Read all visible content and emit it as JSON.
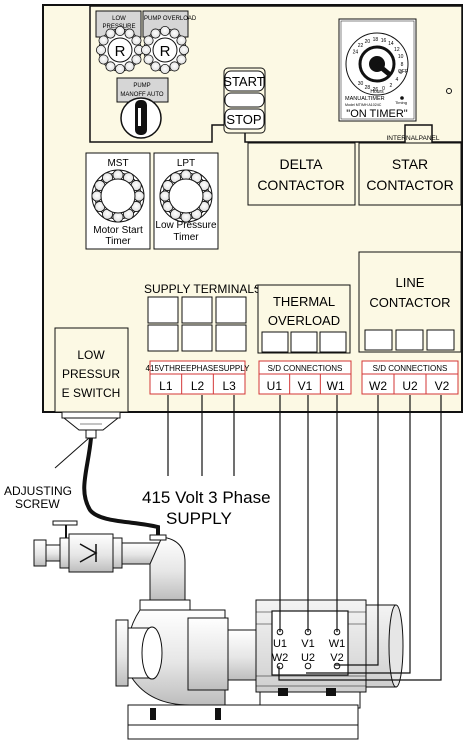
{
  "panel": {
    "internal_panel": "INTERNALPANEL",
    "low_pressure_reset": {
      "line1": "LOW",
      "line2": "PRESSURE",
      "knob": "R"
    },
    "pump_overload_reset": {
      "label": "PUMP OVERLOAD",
      "knob": "R"
    },
    "selector": {
      "line1": "PUMP",
      "line2": "MANOFF  AUTO"
    },
    "start_button": "START",
    "stop_button": "STOP",
    "timer": {
      "dial_numbers": [
        "24",
        "22",
        "20",
        "18",
        "16",
        "14",
        "12",
        "10",
        "8",
        "6",
        "4",
        "2",
        "0",
        "26",
        "28",
        "30"
      ],
      "hours": "Hours",
      "off": "OFF",
      "manual_timer": "MANUALTIMER",
      "model": "Model  MTIMH  A1024C",
      "timing": "Timing",
      "caption": "\"ON TIMER\""
    },
    "delta_contactor": {
      "line1": "DELTA",
      "line2": "CONTACTOR"
    },
    "star_contactor": {
      "line1": "STAR",
      "line2": "CONTACTOR"
    },
    "mst_timer": {
      "code": "MST",
      "line1": "Motor Start",
      "line2": "Timer"
    },
    "lpt_timer": {
      "code": "LPT",
      "line1": "Low Pressure",
      "line2": "Timer"
    },
    "supply_terminals": "SUPPLY TERMINALS",
    "thermal_overload": {
      "line1": "THERMAL",
      "line2": "OVERLOAD"
    },
    "line_contactor": {
      "line1": "LINE",
      "line2": "CONTACTOR"
    }
  },
  "terminal_strips": {
    "supply": {
      "title": "415VTHREEPHASESUPPLY",
      "terminals": [
        "L1",
        "L2",
        "L3"
      ]
    },
    "sd_left": {
      "title": "S/D  CONNECTIONS",
      "terminals": [
        "U1",
        "V1",
        "W1"
      ]
    },
    "sd_right": {
      "title": "S/D CONNECTIONS",
      "terminals": [
        "W2",
        "U2",
        "V2"
      ]
    }
  },
  "low_pressure_switch": {
    "line1": "LOW",
    "line2": "PRESSUR",
    "line3": "E SWITCH"
  },
  "adjusting_screw": {
    "line1": "ADJUSTING",
    "line2": "SCREW"
  },
  "supply_caption": {
    "line1": "415 Volt 3 Phase",
    "line2": "SUPPLY"
  },
  "motor_terminals": {
    "top": [
      "U1",
      "V1",
      "W1"
    ],
    "bottom": [
      "W2",
      "U2",
      "V2"
    ]
  },
  "colors": {
    "panel": "#fcf9e4",
    "strip_border": "#d33636",
    "ink": "#111111"
  }
}
